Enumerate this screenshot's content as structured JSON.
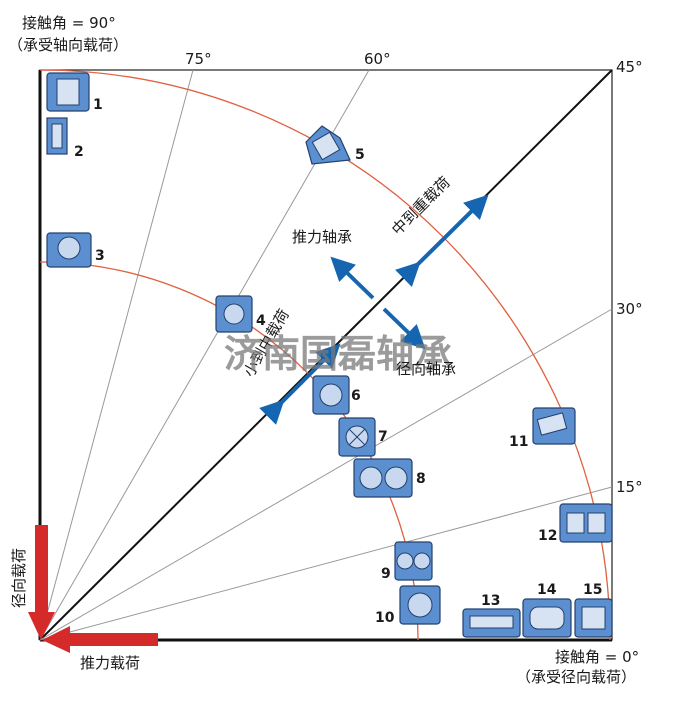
{
  "corner_top": {
    "line1": "接触角 = 90°",
    "line2": "（承受轴向载荷）"
  },
  "corner_bottom": {
    "line1": "接触角 = 0°",
    "line2": "（承受径向载荷）"
  },
  "angle_labels": {
    "a75": "75°",
    "a60": "60°",
    "a45": "45°",
    "a30": "30°",
    "a15": "15°"
  },
  "region_labels": {
    "thrust": "推力轴承",
    "radial": "径向轴承",
    "medium_heavy": "中到重载荷",
    "light_medium": "小到中载荷"
  },
  "force_labels": {
    "radial_load": "径向载荷",
    "thrust_load": "推力载荷"
  },
  "watermark": "济南国磊轴承",
  "bearing_numbers": [
    "1",
    "2",
    "3",
    "4",
    "5",
    "6",
    "7",
    "8",
    "9",
    "10",
    "11",
    "12",
    "13",
    "14",
    "15"
  ],
  "colors": {
    "arc": "#e06040",
    "arrow_blue": "#1565b0",
    "arrow_red": "#d42a2a",
    "bearing_blue": "#5b8fd0",
    "watermark": "#7a7a7a"
  }
}
